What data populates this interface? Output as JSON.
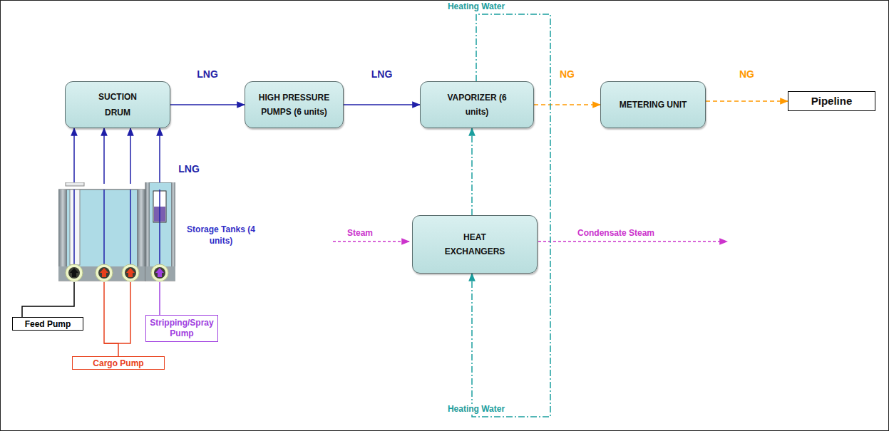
{
  "diagram": {
    "nodes": [
      {
        "text": [
          "SUCTION DRUM"
        ]
      },
      {
        "text": [
          "HIGH PRESSURE PUMPS (6 units)"
        ]
      },
      {
        "text": [
          "VAPORIZER (6 units)"
        ]
      },
      {
        "text": [
          "METERING UNIT"
        ]
      },
      {
        "text": [
          "Pipeline"
        ]
      },
      {
        "text": [
          "HEAT EXCHANGERS"
        ]
      },
      {
        "text": [
          "Storage Tanks (4 units)"
        ]
      },
      {
        "text": [
          "Feed Pump"
        ]
      },
      {
        "text": [
          "Cargo Pump"
        ]
      },
      {
        "text": [
          "Stripping/Spray Pump"
        ]
      }
    ],
    "edges": [
      {
        "from": 6,
        "to": 0,
        "arrow": "to"
      },
      {
        "from": 6,
        "to": 0,
        "arrow": "to"
      },
      {
        "from": 6,
        "to": 0,
        "arrow": "to"
      },
      {
        "from": 6,
        "to": 0,
        "arrow": "to"
      },
      {
        "from": 0,
        "to": 1,
        "label": "LNG",
        "arrow": "to"
      },
      {
        "from": 1,
        "to": 2,
        "label": "LNG",
        "arrow": "to"
      },
      {
        "from": 2,
        "to": 3,
        "label": "NG",
        "arrow": "to"
      },
      {
        "from": 3,
        "to": 4,
        "label": "NG",
        "arrow": "to"
      },
      {
        "from": 5,
        "to": 2,
        "arrow": "to"
      },
      {
        "from": 2,
        "to": 5,
        "label": "Heating Water",
        "arrow": "to"
      },
      {
        "from": 7,
        "to": 6,
        "arrow": "none"
      },
      {
        "from": 8,
        "to": 6,
        "arrow": "none"
      },
      {
        "from": 9,
        "to": 6,
        "arrow": "none"
      }
    ],
    "labels": [
      "LNG",
      "Steam",
      "Condensate Steam",
      "Heating Water"
    ]
  }
}
